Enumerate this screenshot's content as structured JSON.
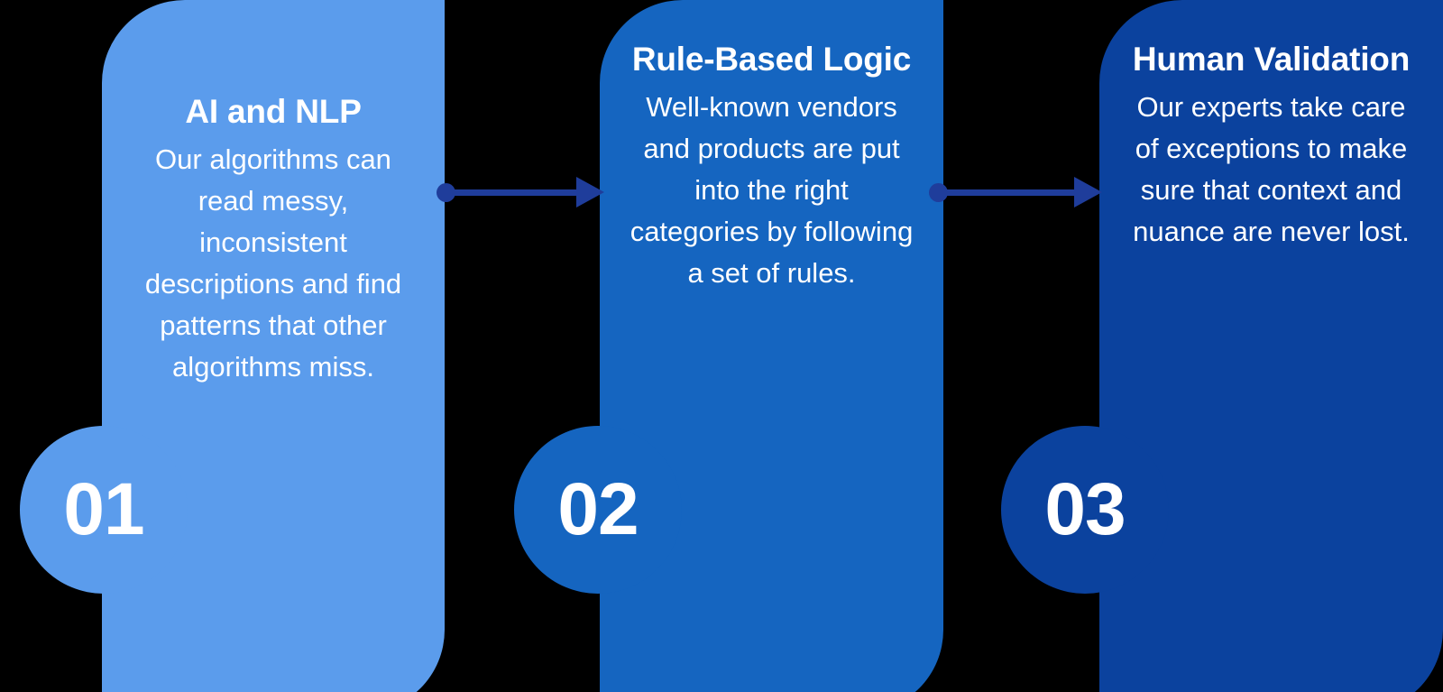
{
  "diagram": {
    "type": "process-flow",
    "step_count": 3,
    "background_color": "#000000",
    "steps": [
      {
        "number": "01",
        "title": "AI and NLP",
        "body": "Our algorithms can read messy, inconsistent descriptions and find patterns that other algorithms miss.",
        "card_color": "#5B9CEC",
        "badge_color": "#5B9CEC",
        "text_color": "#FFFFFF"
      },
      {
        "number": "02",
        "title": "Rule-Based Logic",
        "body": "Well-known vendors and products are put into the right categories by following a set of rules.",
        "card_color": "#1565C0",
        "badge_color": "#1565C0",
        "text_color": "#FFFFFF"
      },
      {
        "number": "03",
        "title": "Human Validation",
        "body": "Our experts take care of exceptions to make sure that context and nuance are never lost.",
        "card_color": "#0B429E",
        "badge_color": "#0B429E",
        "text_color": "#FFFFFF"
      }
    ],
    "connectors": [
      {
        "from": "01",
        "to": "02",
        "color": "#1F3D9B",
        "style": "dot-line-arrow"
      },
      {
        "from": "02",
        "to": "03",
        "color": "#1F3D9B",
        "style": "dot-line-arrow"
      }
    ]
  }
}
